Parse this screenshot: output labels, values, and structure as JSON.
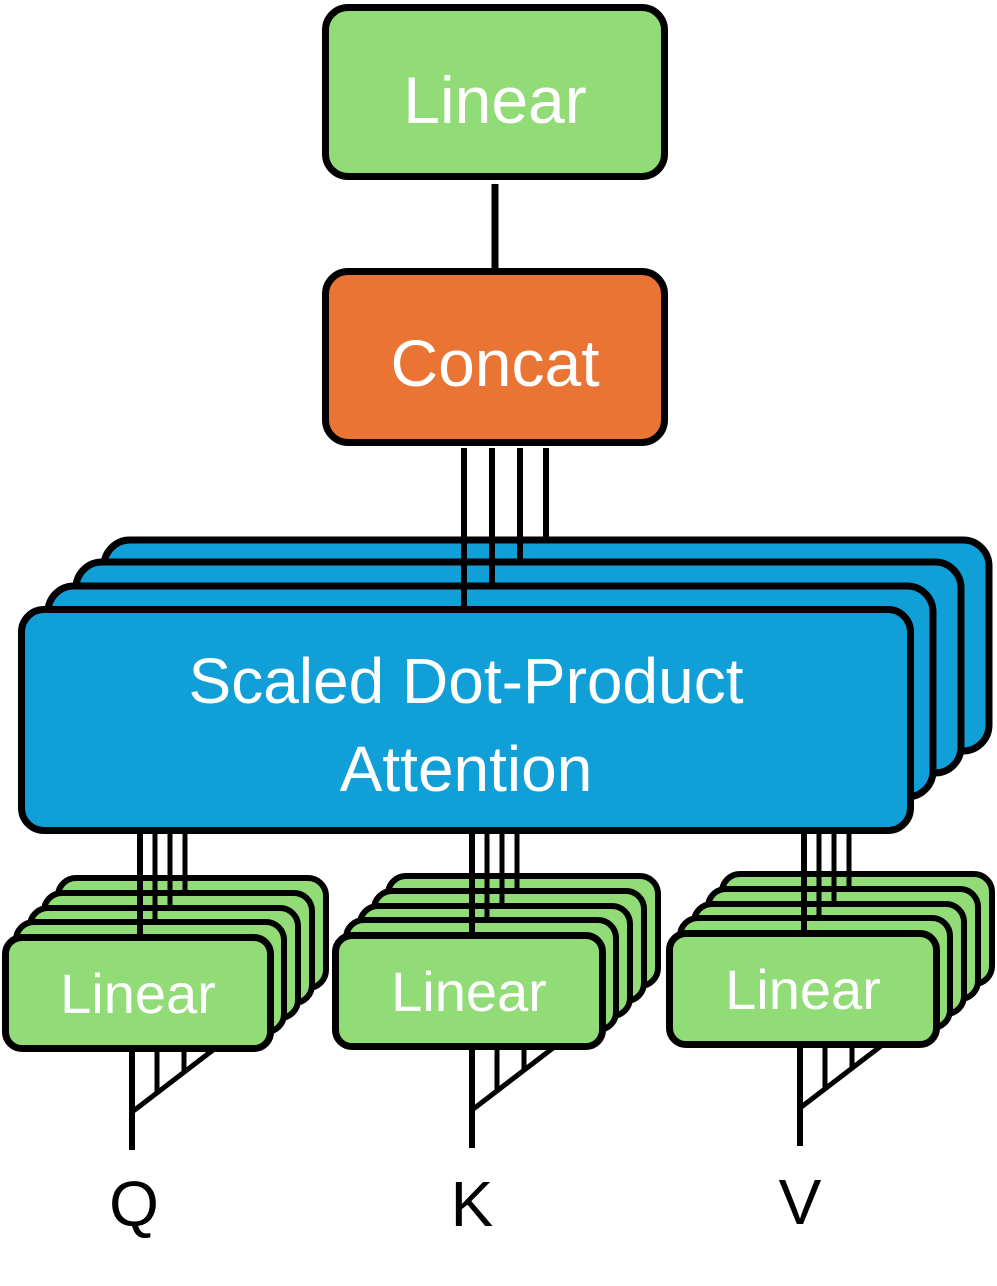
{
  "diagram": {
    "output_linear": {
      "label": "Linear"
    },
    "concat": {
      "label": "Concat"
    },
    "attention": {
      "line1": "Scaled Dot-Product",
      "line2": "Attention"
    },
    "linear_q": {
      "label": "Linear"
    },
    "linear_k": {
      "label": "Linear"
    },
    "linear_v": {
      "label": "Linear"
    },
    "inputs": {
      "q": "Q",
      "k": "K",
      "v": "V"
    }
  },
  "colors": {
    "linear_fill": "#92dc77",
    "concat_fill": "#ea7434",
    "attention_fill": "#119fd8",
    "stroke": "#000000",
    "label_text": "#ffffff"
  }
}
